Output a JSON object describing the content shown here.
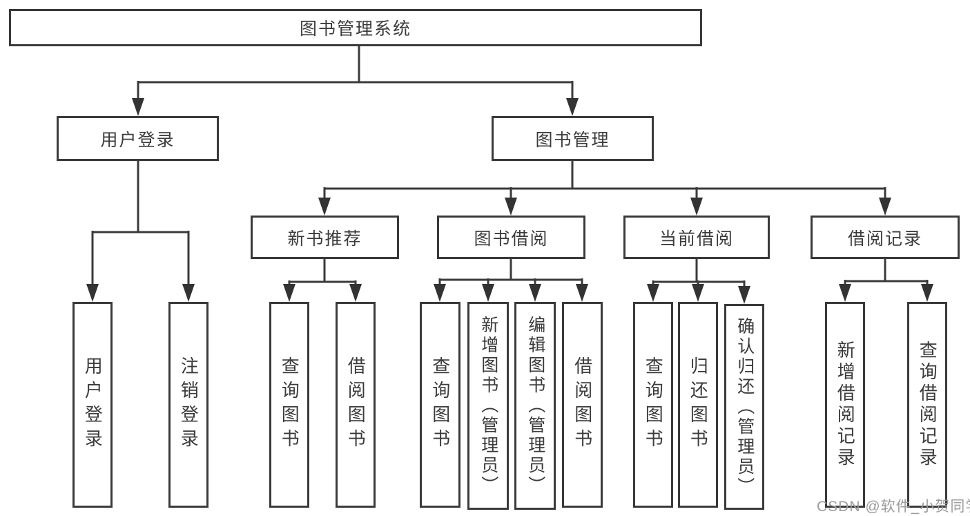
{
  "colors": {
    "line": "#3a3a3a",
    "box_border": "#3a3a3a",
    "text": "#3b3b3b",
    "background": "#ffffff",
    "watermark_text": "#9b9b9b"
  },
  "watermark": "CSDN @软件_小贺同学",
  "tree": {
    "label": "图书管理系统",
    "children": [
      {
        "label": "用户登录",
        "children": [
          {
            "label": "用户登录"
          },
          {
            "label": "注销登录"
          }
        ]
      },
      {
        "label": "图书管理",
        "children": [
          {
            "label": "新书推荐",
            "children": [
              {
                "label": "查询图书"
              },
              {
                "label": "借阅图书"
              }
            ]
          },
          {
            "label": "图书借阅",
            "children": [
              {
                "label": "查询图书"
              },
              {
                "label": "新增图书（管理员）"
              },
              {
                "label": "编辑图书（管理员）"
              },
              {
                "label": "借阅图书"
              }
            ]
          },
          {
            "label": "当前借阅",
            "children": [
              {
                "label": "查询图书"
              },
              {
                "label": "归还图书"
              },
              {
                "label": "确认归还（管理员）"
              }
            ]
          },
          {
            "label": "借阅记录",
            "children": [
              {
                "label": "新增借阅记录"
              },
              {
                "label": "查询借阅记录"
              }
            ]
          }
        ]
      }
    ]
  }
}
